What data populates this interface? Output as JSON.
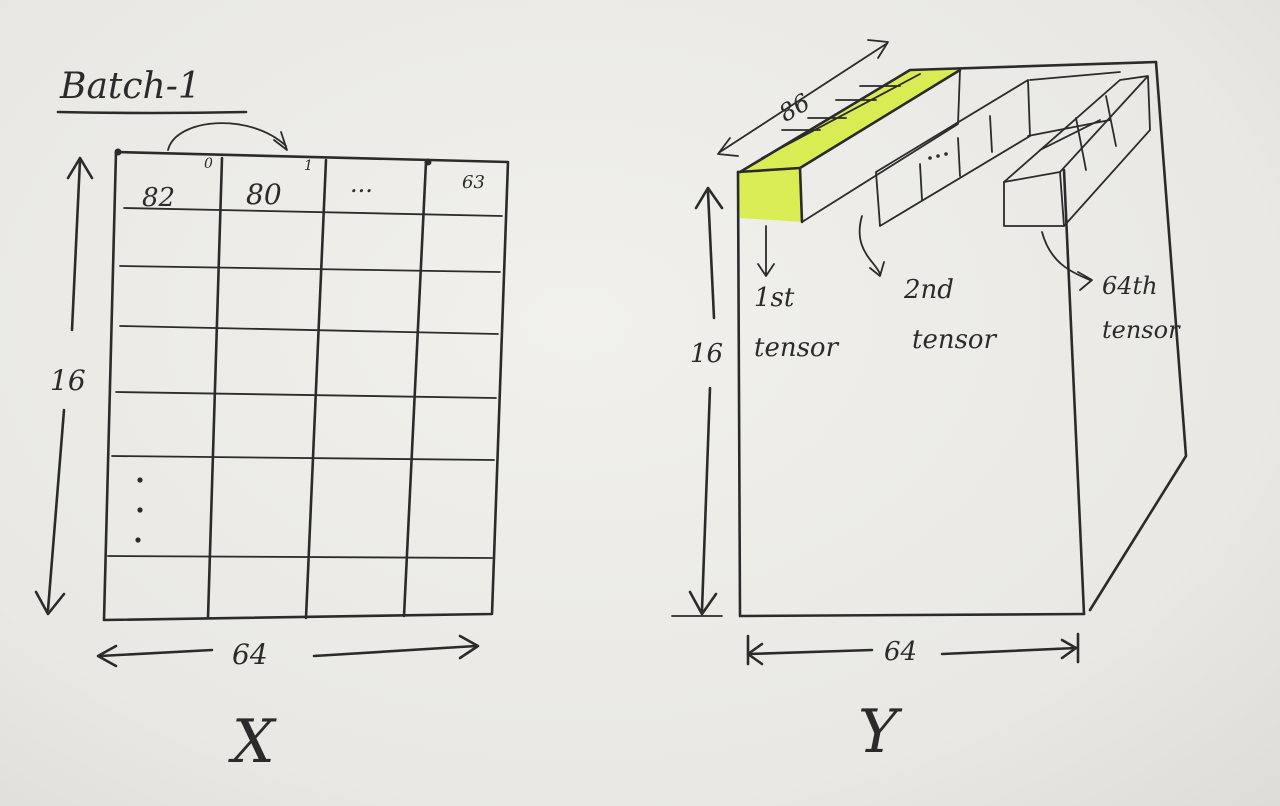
{
  "title": "Batch-1",
  "left": {
    "cells": [
      "82",
      "80",
      "...",
      "63"
    ],
    "index_marks": [
      "0",
      "1"
    ],
    "height_label": "16",
    "width_label": "64",
    "caption": "X"
  },
  "right": {
    "depth_label": "86",
    "height_label": "16",
    "width_label": "64",
    "tensor_labels": [
      [
        "1st",
        "tensor"
      ],
      [
        "2nd",
        "tensor"
      ],
      [
        "64th",
        "tensor"
      ]
    ],
    "caption": "Y"
  },
  "colors": {
    "ink": "#2b2b2b",
    "highlight": "#d6ec3a",
    "paper": "#ecebe7"
  }
}
